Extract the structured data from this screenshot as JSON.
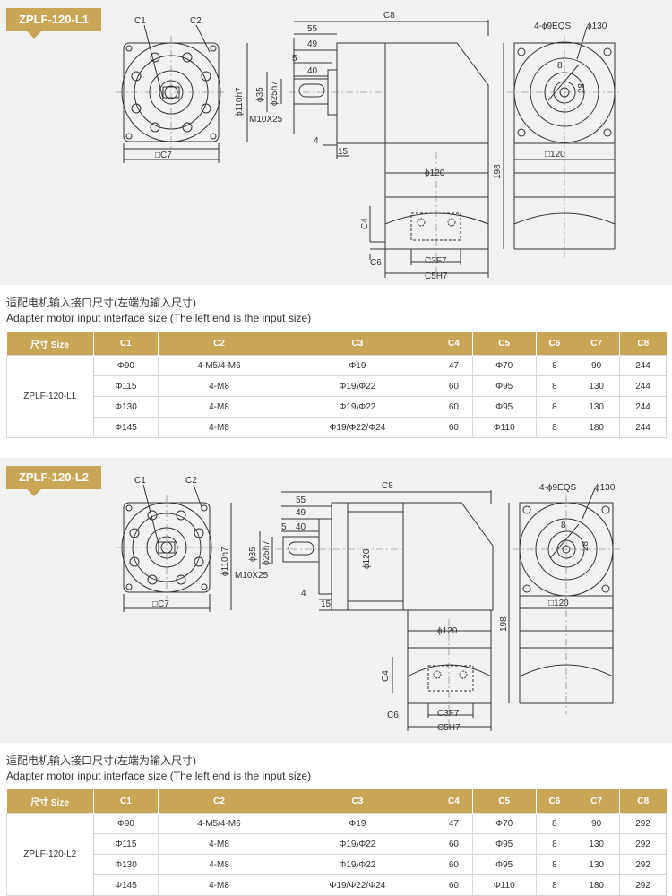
{
  "sections": [
    {
      "model": "ZPLF-120-L1",
      "labels": {
        "c1": "C1",
        "c2": "C2",
        "c7": "□C7",
        "c8": "C8",
        "d55": "55",
        "d49": "49",
        "d5": "5",
        "d40": "40",
        "d4": "4",
        "d15": "15",
        "phi110": "ϕ110h7",
        "phi35": "ϕ35",
        "phi25": "ϕ25h7",
        "m10": "M10X25",
        "phi120": "ϕ120",
        "d198": "198",
        "c4": "C4",
        "c6": "C6",
        "c3": "C3F7",
        "c5": "C5H7",
        "eqs": "4-ϕ9EQS",
        "phi130": "ϕ130",
        "d8": "8",
        "d28": "28",
        "sq120": "□120"
      },
      "caption_cn": "适配电机输入接口尺寸(左端为输入尺寸)",
      "caption_en": "Adapter motor input interface size (The left end is the input size)",
      "headers": [
        "尺寸 Size",
        "C1",
        "C2",
        "C3",
        "C4",
        "C5",
        "C6",
        "C7",
        "C8"
      ],
      "rows": [
        [
          "Φ90",
          "4-M5/4-M6",
          "Φ19",
          "47",
          "Φ70",
          "8",
          "90",
          "244"
        ],
        [
          "Φ115",
          "4-M8",
          "Φ19/Φ22",
          "60",
          "Φ95",
          "8",
          "130",
          "244"
        ],
        [
          "Φ130",
          "4-M8",
          "Φ19/Φ22",
          "60",
          "Φ95",
          "8",
          "130",
          "244"
        ],
        [
          "Φ145",
          "4-M8",
          "Φ19/Φ22/Φ24",
          "60",
          "Φ110",
          "8",
          "180",
          "244"
        ]
      ]
    },
    {
      "model": "ZPLF-120-L2",
      "labels": {
        "c1": "C1",
        "c2": "C2",
        "c7": "□C7",
        "c8": "C8",
        "d55": "55",
        "d49": "49",
        "d5": "5",
        "d40": "40",
        "d4": "4",
        "d15": "15",
        "phi110": "ϕ110h7",
        "phi35": "ϕ35",
        "phi25": "ϕ25h7",
        "m10": "M10X25",
        "phi120": "ϕ120",
        "phi120b": "ϕ120",
        "d198": "198",
        "c4": "C4",
        "c6": "C6",
        "c3": "C3F7",
        "c5": "C5H7",
        "eqs": "4-ϕ9EQS",
        "phi130": "ϕ130",
        "d8": "8",
        "d28": "28",
        "sq120": "□120"
      },
      "caption_cn": "适配电机输入接口尺寸(左端为输入尺寸)",
      "caption_en": "Adapter motor input interface size (The left end is the input size)",
      "headers": [
        "尺寸 Size",
        "C1",
        "C2",
        "C3",
        "C4",
        "C5",
        "C6",
        "C7",
        "C8"
      ],
      "rows": [
        [
          "Φ90",
          "4-M5/4-M6",
          "Φ19",
          "47",
          "Φ70",
          "8",
          "90",
          "292"
        ],
        [
          "Φ115",
          "4-M8",
          "Φ19/Φ22",
          "60",
          "Φ95",
          "8",
          "130",
          "292"
        ],
        [
          "Φ130",
          "4-M8",
          "Φ19/Φ22",
          "60",
          "Φ95",
          "8",
          "130",
          "292"
        ],
        [
          "Φ145",
          "4-M8",
          "Φ19/Φ22/Φ24",
          "60",
          "Φ110",
          "8",
          "180",
          "292"
        ]
      ]
    }
  ]
}
